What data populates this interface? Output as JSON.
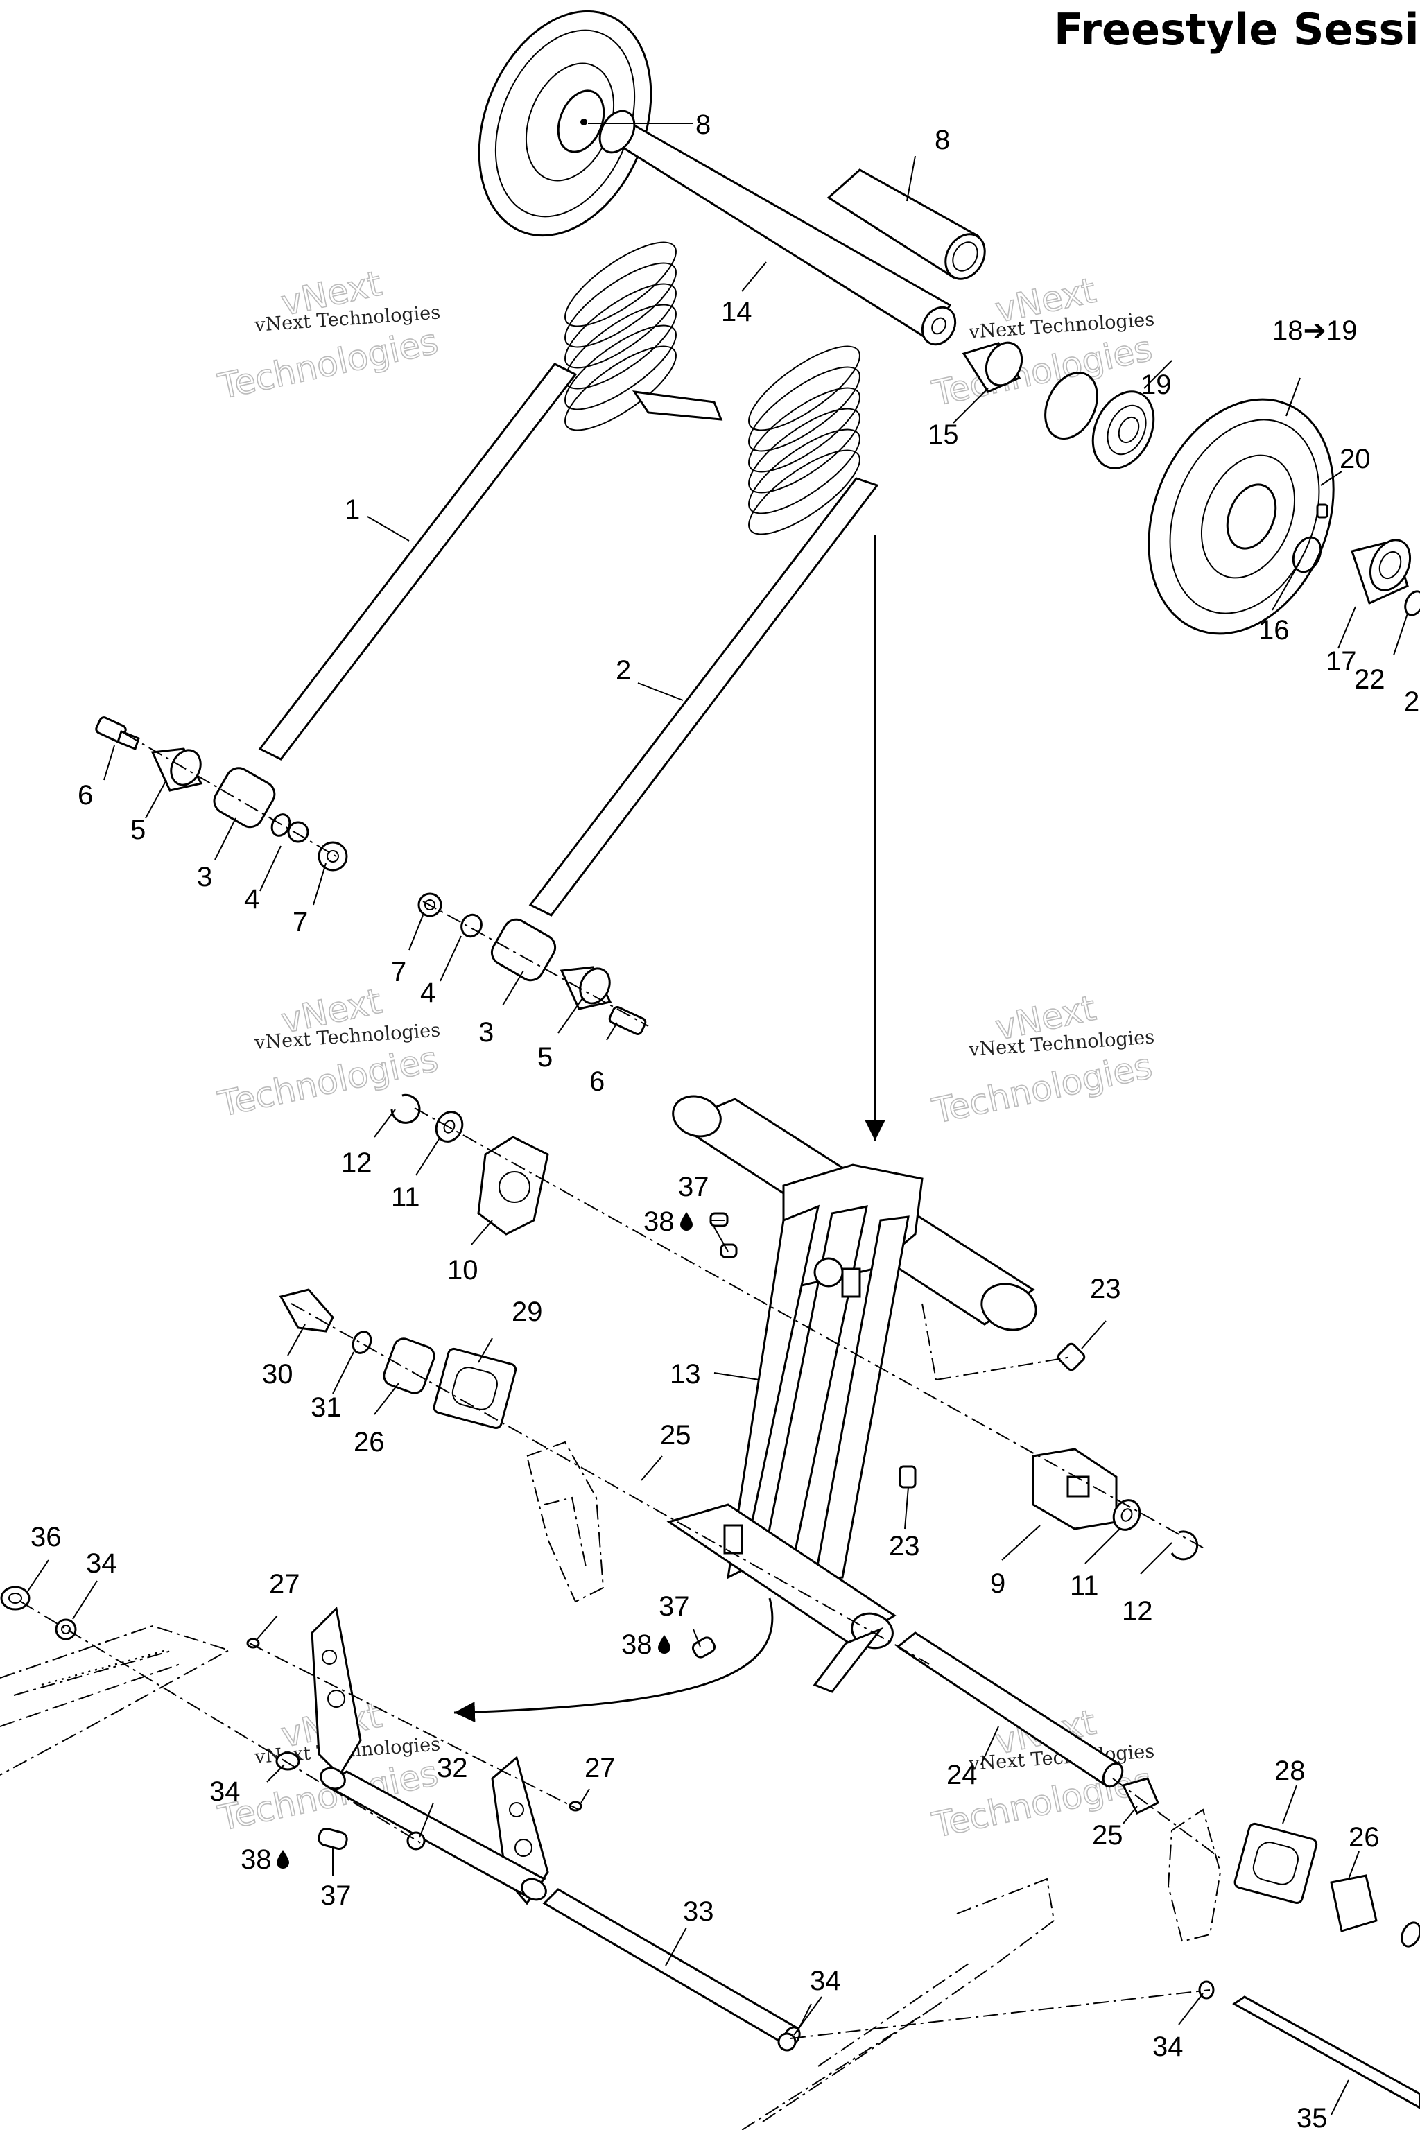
{
  "title": "Freestyle Sessi",
  "watermark": {
    "line1": "vNext Technologies",
    "line2": "Technologies",
    "line3": "vNext"
  },
  "callouts": {
    "c1": "1",
    "c2": "2",
    "c3": "3",
    "c4": "4",
    "c5": "5",
    "c6": "6",
    "c7": "7",
    "c8": "8",
    "c9": "9",
    "c10": "10",
    "c11": "11",
    "c12": "12",
    "c13": "13",
    "c14": "14",
    "c15": "15",
    "c16": "16",
    "c17": "17",
    "c18": "18➔19",
    "c19": "19",
    "c20": "20",
    "c21": "2",
    "c22": "22",
    "c23": "23",
    "c24": "24",
    "c25": "25",
    "c26": "26",
    "c27": "27",
    "c28": "28",
    "c29": "29",
    "c30": "30",
    "c31": "31",
    "c32": "32",
    "c33": "33",
    "c34": "34",
    "c35": "35",
    "c36": "36",
    "c37": "37",
    "c38": "38"
  },
  "icons": {
    "oil_drop": "oil-drop-icon"
  }
}
